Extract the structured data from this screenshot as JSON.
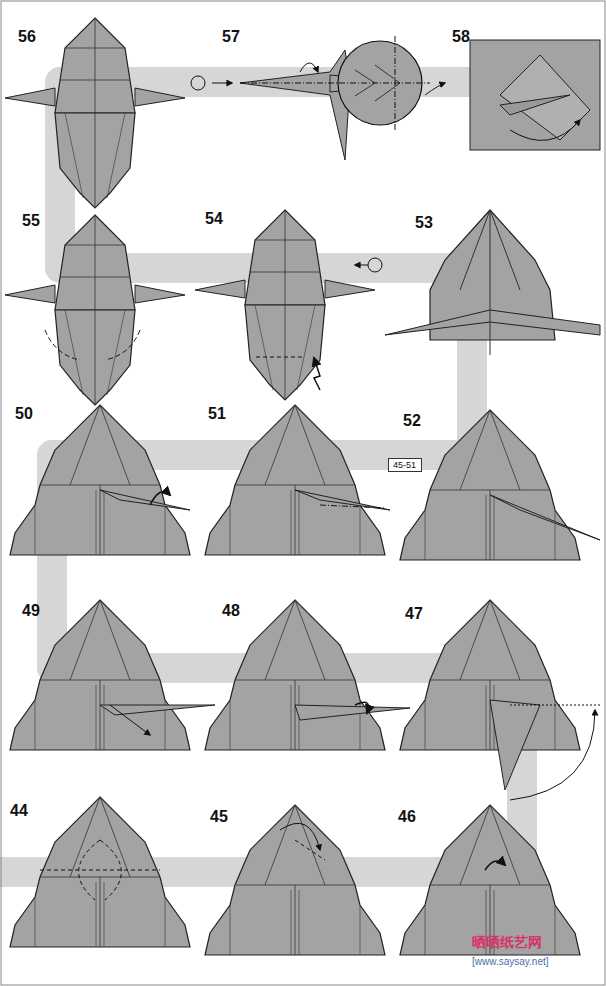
{
  "diagram": {
    "nodes": [
      {
        "text": [
          "45-51"
        ]
      }
    ],
    "labels": [
      "56",
      "57",
      "58",
      "55",
      "54",
      "53",
      "50",
      "51",
      "52",
      "49",
      "48",
      "47",
      "44",
      "45",
      "46",
      "晒晒纸艺网",
      "[www.saysay.net]"
    ]
  }
}
